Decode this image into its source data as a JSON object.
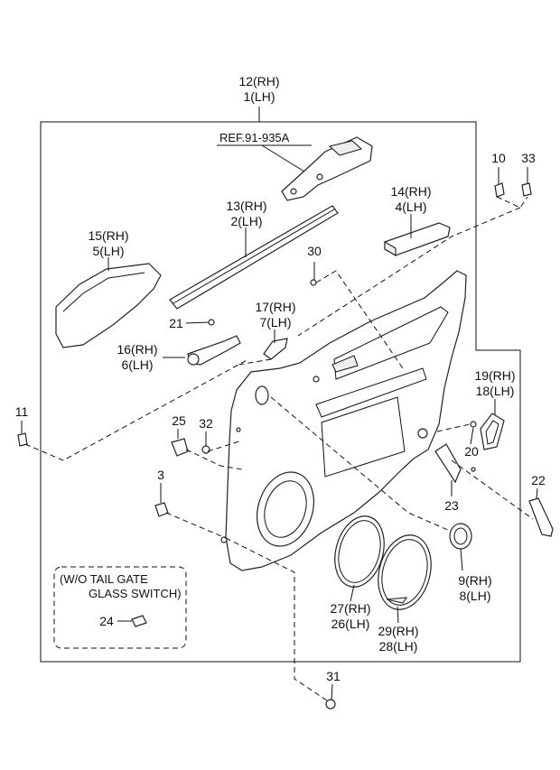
{
  "ref_label": "REF.91-935A",
  "callouts": {
    "p12": "12(RH)",
    "p1": "1(LH)",
    "p13": "13(RH)",
    "p2": "2(LH)",
    "p14": "14(RH)",
    "p4": "4(LH)",
    "p15": "15(RH)",
    "p5": "5(LH)",
    "p10": "10",
    "p33": "33",
    "p30": "30",
    "p17": "17(RH)",
    "p7": "7(LH)",
    "p21": "21",
    "p16": "16(RH)",
    "p6": "6(LH)",
    "p11": "11",
    "p25": "25",
    "p32": "32",
    "p3": "3",
    "p19": "19(RH)",
    "p18": "18(LH)",
    "p20": "20",
    "p22": "22",
    "p23": "23",
    "p9": "9(RH)",
    "p8": "8(LH)",
    "p27": "27(RH)",
    "p26": "26(LH)",
    "p29": "29(RH)",
    "p28": "28(LH)",
    "p24": "24",
    "p31": "31"
  },
  "note": {
    "line1": "(W/O TAIL GATE",
    "line2": "GLASS SWITCH)"
  }
}
